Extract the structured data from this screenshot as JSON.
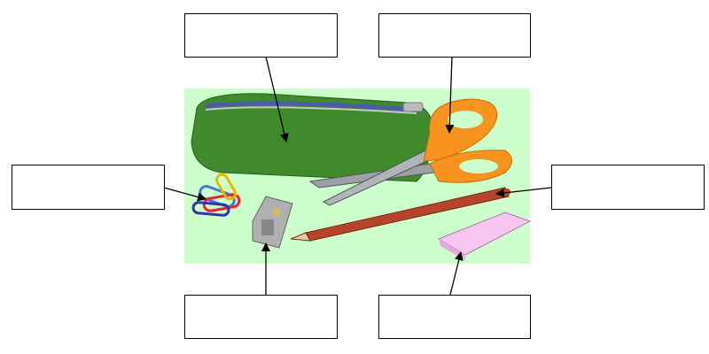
{
  "diagram": {
    "background_color": "#ccffcc",
    "label_boxes": [
      {
        "id": "pencil-case",
        "text": ""
      },
      {
        "id": "scissors",
        "text": ""
      },
      {
        "id": "paper-clips",
        "text": ""
      },
      {
        "id": "pencil",
        "text": ""
      },
      {
        "id": "sharpener",
        "text": ""
      },
      {
        "id": "eraser",
        "text": ""
      }
    ],
    "colors": {
      "pencil_case": "#3f8a2a",
      "scissors_handle": "#f7931e",
      "pencil": "#b5442a",
      "eraser": "#f7c6f0",
      "sharpener": "#b0b0b0"
    }
  }
}
